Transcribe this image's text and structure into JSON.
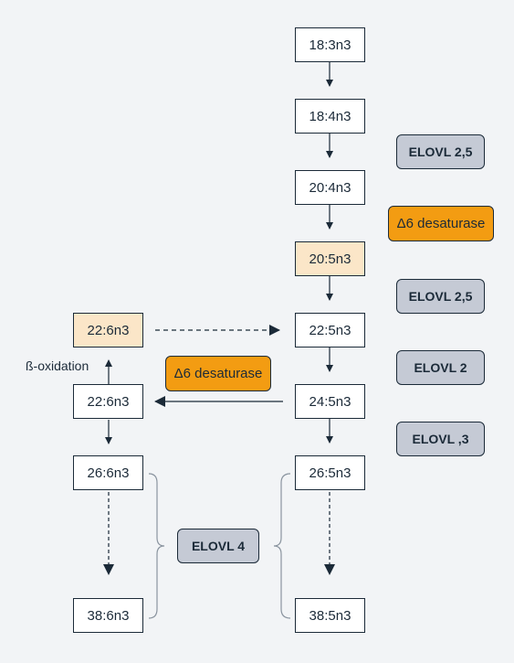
{
  "nodes": {
    "n1": "18:3n3",
    "n2": "18:4n3",
    "n3": "20:4n3",
    "n4": "20:5n3",
    "n5": "22:5n3",
    "n6": "24:5n3",
    "n7": "26:5n3",
    "n8": "38:5n3",
    "l1": "22:6n3",
    "l2": "22:6n3",
    "l3": "26:6n3",
    "l4": "38:6n3"
  },
  "enzymes": {
    "e1": "ELOVL 2,5",
    "e2": "Δ6 desaturase",
    "e3": "ELOVL 2,5",
    "e4": "ELOVL 2",
    "e5": "ELOVL ,3",
    "e6": "Δ6 desaturase",
    "e7": "ELOVL 4"
  },
  "beta_label": "ß-oxidation",
  "colors": {
    "background": "#f2f4f6",
    "node_fill": "#ffffff",
    "node_highlight": "#fbe6c8",
    "enzyme_grey": "#c5cad5",
    "enzyme_orange": "#f39c12",
    "stroke": "#1b2a38"
  }
}
